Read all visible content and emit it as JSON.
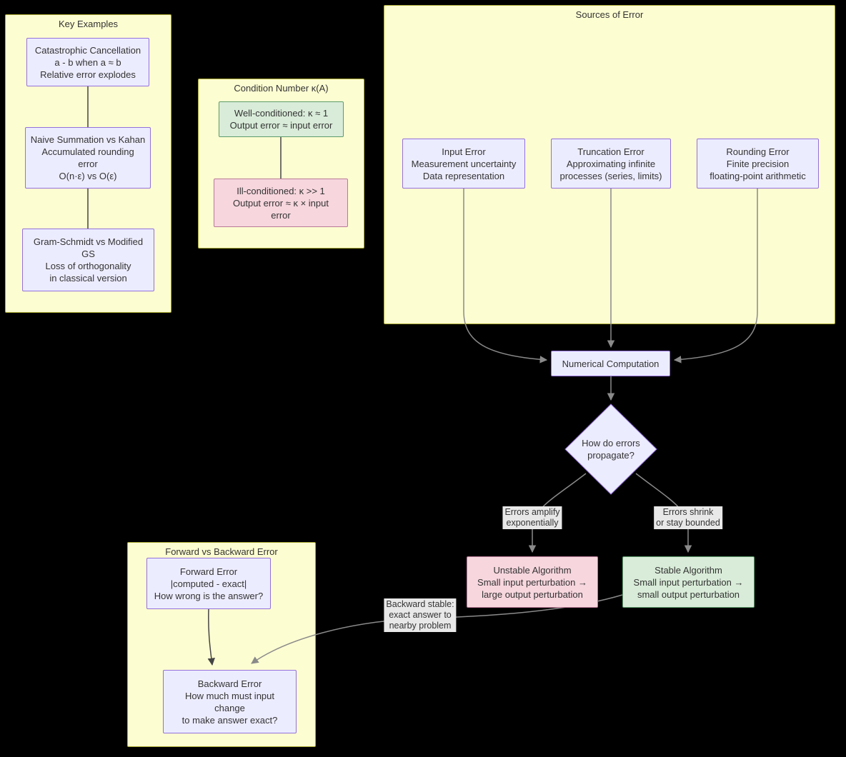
{
  "colors": {
    "text": "#333333",
    "node_fill": "#ECECFF",
    "node_border": "#9370DB",
    "subgraph_fill": "#fdfdd2",
    "subgraph_border": "#aaaa33",
    "green_fill": "#d9ecd9",
    "pink_fill": "#f7d6de",
    "edge_label_bg": "#e8e8e8"
  },
  "subgraphs": {
    "key_examples": {
      "title": "Key Examples",
      "nodes": {
        "catastrophic": {
          "lines": [
            "Catastrophic Cancellation",
            "a - b when a ≈ b",
            "Relative error explodes"
          ]
        },
        "naive_summation": {
          "lines": [
            "Naive Summation vs Kahan",
            "Accumulated rounding",
            "error",
            "O(n·ε) vs O(ε)"
          ]
        },
        "gram_schmidt": {
          "lines": [
            "Gram-Schmidt vs Modified",
            "GS",
            "Loss of orthogonality",
            "in classical version"
          ]
        }
      }
    },
    "condition_number": {
      "title": "Condition Number κ(A)",
      "nodes": {
        "well_conditioned": {
          "lines": [
            "Well-conditioned: κ ≈ 1",
            "Output error ≈ input error"
          ]
        },
        "ill_conditioned": {
          "lines": [
            "Ill-conditioned: κ >> 1",
            "Output error ≈ κ × input",
            "error"
          ]
        }
      }
    },
    "sources_of_error": {
      "title": "Sources of Error",
      "nodes": {
        "input_error": {
          "lines": [
            "Input Error",
            "Measurement uncertainty",
            "Data representation"
          ]
        },
        "truncation_error": {
          "lines": [
            "Truncation Error",
            "Approximating infinite",
            "processes (series, limits)"
          ]
        },
        "rounding_error": {
          "lines": [
            "Rounding Error",
            "Finite precision",
            "floating-point arithmetic"
          ]
        }
      }
    },
    "forward_backward": {
      "title": "Forward vs Backward Error",
      "nodes": {
        "forward_error": {
          "lines": [
            "Forward Error",
            "|computed - exact|",
            "How wrong is the answer?"
          ]
        },
        "backward_error": {
          "lines": [
            "Backward Error",
            "How much must input",
            "change",
            "to make answer exact?"
          ]
        }
      }
    }
  },
  "nodes": {
    "numerical_computation": {
      "label": "Numerical Computation"
    },
    "propagate_decision": {
      "lines": [
        "How do errors",
        "propagate?"
      ]
    },
    "unstable": {
      "lines": [
        "Unstable Algorithm",
        "Small input perturbation →",
        "large output perturbation"
      ]
    },
    "stable": {
      "lines": [
        "Stable Algorithm",
        "Small input perturbation →",
        "small output perturbation"
      ]
    }
  },
  "edge_labels": {
    "errors_amplify": {
      "lines": [
        "Errors amplify",
        "exponentially"
      ]
    },
    "errors_shrink": {
      "lines": [
        "Errors shrink",
        "or stay bounded"
      ]
    },
    "backward_stable": {
      "lines": [
        "Backward stable:",
        "exact answer to",
        "nearby problem"
      ]
    }
  }
}
